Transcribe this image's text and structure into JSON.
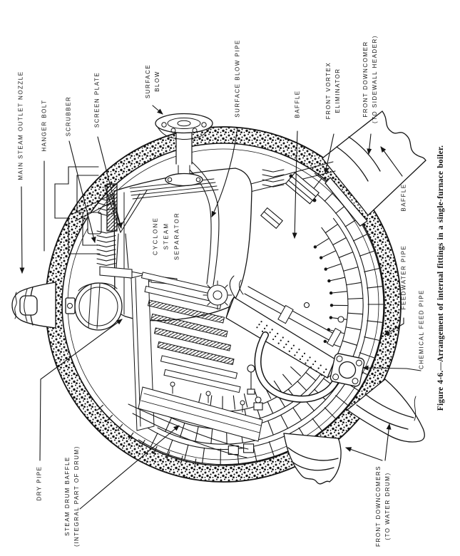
{
  "page": {
    "background": "#ffffff",
    "ink": "#141414"
  },
  "caption": "Figure 4-6.—Arrangement of internal fittings in a single-furnace boiler.",
  "drawing_label": {
    "lines": [
      "CYCLONE",
      "STEAM",
      "SEPARATOR"
    ]
  },
  "callouts": {
    "main_steam_outlet_nozzle": "MAIN STEAM OUTLET NOZZLE",
    "hanger_bolt": "HANGER BOLT",
    "scrubber": "SCRUBBER",
    "screen_plate": "SCREEN PLATE",
    "surface_blow": {
      "lines": [
        "SURFACE",
        "BLOW"
      ]
    },
    "surface_blow_pipe": "SURFACE BLOW PIPE",
    "baffle_top": "BAFFLE",
    "front_vortex_eliminator": {
      "lines": [
        "FRONT VORTEX",
        "ELIMINATOR"
      ]
    },
    "front_downcomer_sidewall": {
      "lines": [
        "FRONT DOWNCOMER",
        "(TO SIDEWALL HEADER)"
      ]
    },
    "baffle_right": "BAFFLE",
    "feedwater_pipe": "FEEDWATER PIPE",
    "chemical_feed_pipe": "CHEMICAL FEED PIPE",
    "dry_pipe": "DRY PIPE",
    "steam_drum_baffle": {
      "lines": [
        "STEAM DRUM BAFFLE",
        "(INTEGRAL PART OF DRUM)"
      ]
    },
    "front_downcomers_water": {
      "lines": [
        "FRONT DOWNCOMERS",
        "(TO WATER DRUM)"
      ]
    }
  }
}
